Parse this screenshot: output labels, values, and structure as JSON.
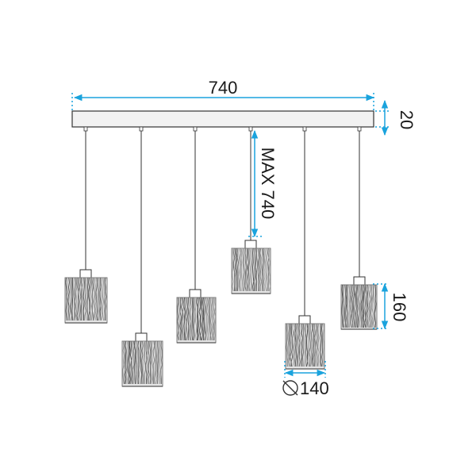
{
  "dimensions": {
    "width_label": "740",
    "height_label": "20",
    "drop_label": "MAX 740",
    "shade_height_label": "160",
    "shade_diameter_label": "140"
  },
  "colors": {
    "dimension": "#1aa3dd",
    "outline": "#333333",
    "canopy_fill": "#f2f2f2",
    "shade_base": "#e4e4e4",
    "shade_strand": "#7a7a7a"
  },
  "pendants": [
    {
      "name": "pendant-1"
    },
    {
      "name": "pendant-2"
    },
    {
      "name": "pendant-3"
    },
    {
      "name": "pendant-4"
    },
    {
      "name": "pendant-5"
    },
    {
      "name": "pendant-6"
    }
  ]
}
